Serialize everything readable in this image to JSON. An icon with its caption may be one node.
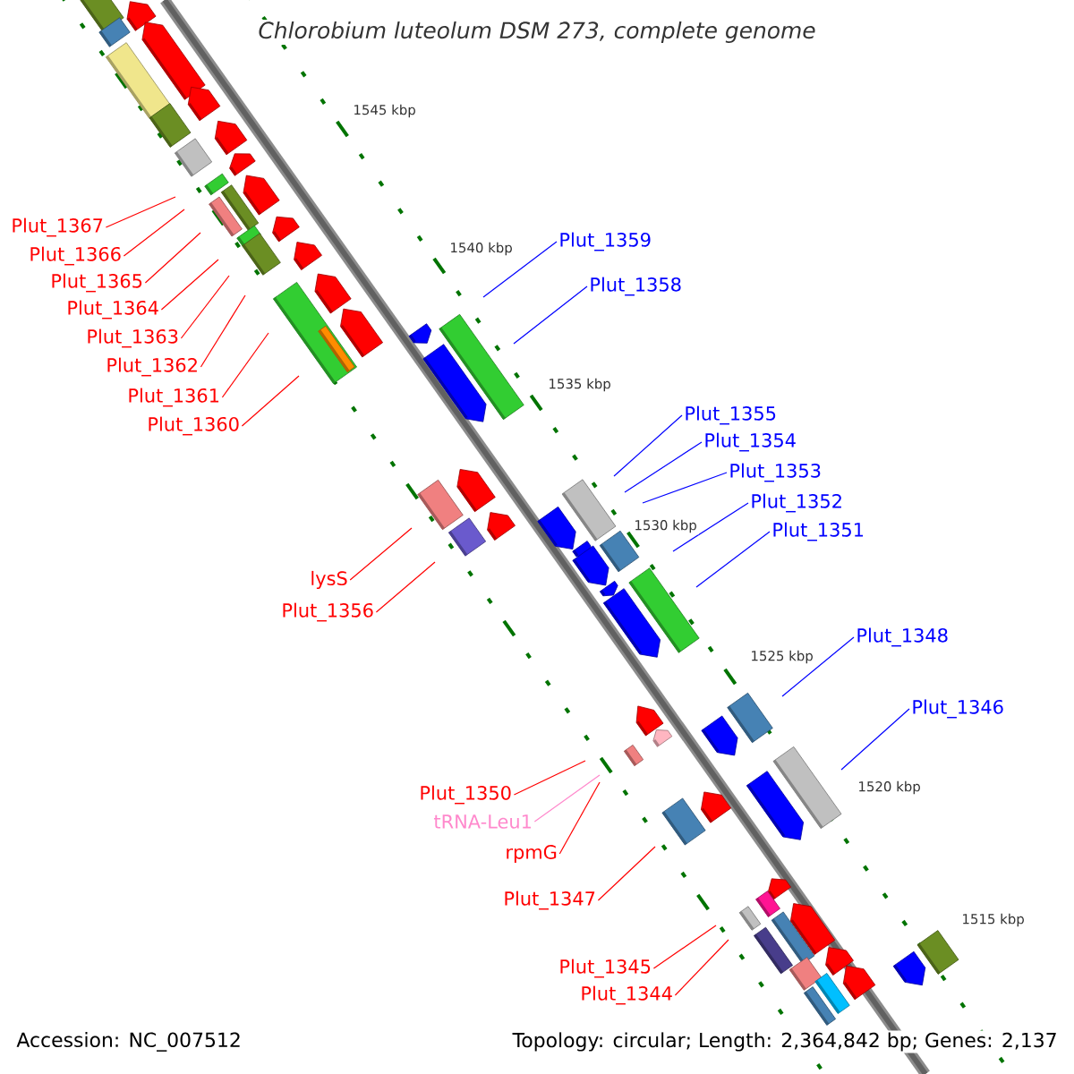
{
  "diagram": {
    "title": "Chlorobium luteolum DSM 273, complete genome",
    "nodes": [
      {
        "text": [
          "Plut_1367"
        ]
      },
      {
        "text": [
          "Plut_1359"
        ]
      },
      {
        "text": [
          "Plut_1366"
        ]
      },
      {
        "text": [
          "Plut_1365"
        ]
      },
      {
        "text": [
          "Plut_1358"
        ]
      },
      {
        "text": [
          "Plut_1364"
        ]
      },
      {
        "text": [
          "Plut_1363"
        ]
      },
      {
        "text": [
          "Plut_1362"
        ]
      },
      {
        "text": [
          "Plut_1361"
        ]
      },
      {
        "text": [
          "Plut_1360"
        ]
      },
      {
        "text": [
          "Plut_1355"
        ]
      },
      {
        "text": [
          "Plut_1354"
        ]
      },
      {
        "text": [
          "Plut_1353"
        ]
      },
      {
        "text": [
          "Plut_1352"
        ]
      },
      {
        "text": [
          "Plut_1351"
        ]
      },
      {
        "text": [
          "lysS"
        ]
      },
      {
        "text": [
          "Plut_1356"
        ]
      },
      {
        "text": [
          "Plut_1348"
        ]
      },
      {
        "text": [
          "Plut_1346"
        ]
      },
      {
        "text": [
          "Plut_1350"
        ]
      },
      {
        "text": [
          "tRNA-Leu1"
        ]
      },
      {
        "text": [
          "rpmG"
        ]
      },
      {
        "text": [
          "Plut_1347"
        ]
      },
      {
        "text": [
          "Plut_1345"
        ]
      },
      {
        "text": [
          "Plut_1344"
        ]
      }
    ],
    "edges": [
      {
        "from": 0,
        "to": null,
        "arrow": "none"
      },
      {
        "from": 1,
        "to": null,
        "arrow": "none",
        "color": "#0000ff"
      },
      {
        "from": 2,
        "to": null,
        "arrow": "none"
      },
      {
        "from": 3,
        "to": null,
        "arrow": "none"
      },
      {
        "from": 4,
        "to": null,
        "arrow": "none",
        "color": "#0000ff"
      },
      {
        "from": 5,
        "to": null,
        "arrow": "none"
      },
      {
        "from": 6,
        "to": null,
        "arrow": "none"
      },
      {
        "from": 7,
        "to": null,
        "arrow": "none"
      },
      {
        "from": 8,
        "to": null,
        "arrow": "none"
      },
      {
        "from": 9,
        "to": null,
        "arrow": "none"
      },
      {
        "from": 10,
        "to": null,
        "arrow": "none",
        "color": "#0000ff"
      },
      {
        "from": 11,
        "to": null,
        "arrow": "none",
        "color": "#0000ff"
      },
      {
        "from": 12,
        "to": null,
        "arrow": "none",
        "color": "#0000ff"
      },
      {
        "from": 13,
        "to": null,
        "arrow": "none",
        "color": "#0000ff"
      },
      {
        "from": 14,
        "to": null,
        "arrow": "none",
        "color": "#0000ff"
      },
      {
        "from": 15,
        "to": null,
        "arrow": "none"
      },
      {
        "from": 16,
        "to": null,
        "arrow": "none"
      },
      {
        "from": 17,
        "to": null,
        "arrow": "none",
        "color": "#0000ff"
      },
      {
        "from": 18,
        "to": null,
        "arrow": "none",
        "color": "#0000ff"
      },
      {
        "from": 19,
        "to": null,
        "arrow": "none"
      },
      {
        "from": 20,
        "to": null,
        "arrow": "none",
        "color": "#ff88cc"
      },
      {
        "from": 21,
        "to": null,
        "arrow": "none"
      },
      {
        "from": 22,
        "to": null,
        "arrow": "none"
      },
      {
        "from": 23,
        "to": null,
        "arrow": "none"
      },
      {
        "from": 24,
        "to": null,
        "arrow": "none"
      }
    ],
    "labels": [
      "1545 kbp",
      "1540 kbp",
      "1535 kbp",
      "1530 kbp",
      "1525 kbp",
      "1520 kbp",
      "1515 kbp",
      "Accession: NC_007512",
      "Topology: circular; Length: 2,364,842 bp; Genes: 2,137"
    ]
  }
}
